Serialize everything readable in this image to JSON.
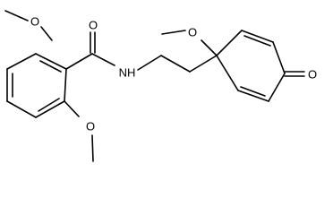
{
  "molecule": {
    "atoms": {
      "o_methoxy_top": "O",
      "o_carbonyl": "O",
      "n_amide": "NH",
      "o_methoxy_bottom": "O",
      "o_methoxy_ring": "O",
      "o_ketone": "O"
    }
  },
  "colors": {
    "bond": "#000000",
    "label": "#000000",
    "background": "#ffffff"
  }
}
